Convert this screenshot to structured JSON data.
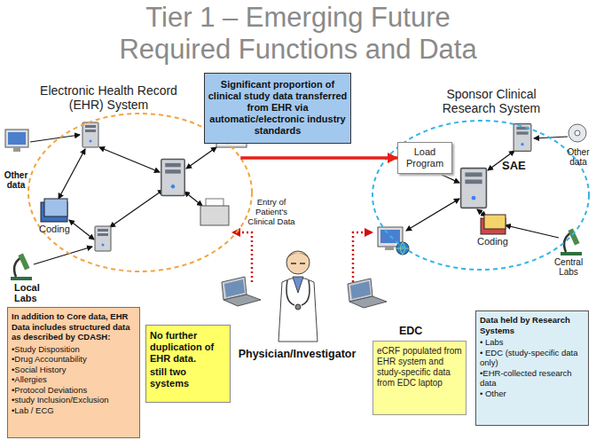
{
  "diagram": {
    "title": "Tier 1 – Emerging Future Required Functions and Data",
    "nodes": [
      {
        "text": [
          "Electronic Health Record (EHR) System"
        ]
      },
      {
        "text": [
          "Significant proportion of clinical study data transferred from EHR via automatic/electronic industry standards"
        ]
      },
      {
        "text": [
          "Sponsor Clinical Research System"
        ]
      },
      {
        "text": [
          "Load Program"
        ],
        "in": 2
      },
      {
        "text": [
          "In addition to Core data, EHR Data includes structured data as described by CDASH:",
          "•Study Disposition",
          "•Drug Accountability",
          "•Social History",
          "•Allergies",
          "•Protocol Deviations",
          "•study Inclusion/Exclusion",
          "•Lab / ECG"
        ]
      },
      {
        "text": [
          "No further duplication of EHR data.",
          "still two systems"
        ]
      },
      {
        "text": [
          "eCRF populated from EHR system and study-specific data from EDC laptop"
        ]
      },
      {
        "text": [
          "Data held by Research Systems",
          "• Labs",
          "• EDC (study-specific data only)",
          "•EHR-collected research data",
          "• Other"
        ]
      }
    ],
    "edges": [
      {
        "from": 0,
        "to": 3,
        "arrow": "to"
      }
    ],
    "labels": [
      "Other data",
      "Coding",
      "Local Labs",
      "Entry of Patient's Clinical Data",
      "Physician/Investigator",
      "EDC",
      "SAE",
      "Other data",
      "Coding",
      "Central Labs"
    ]
  }
}
